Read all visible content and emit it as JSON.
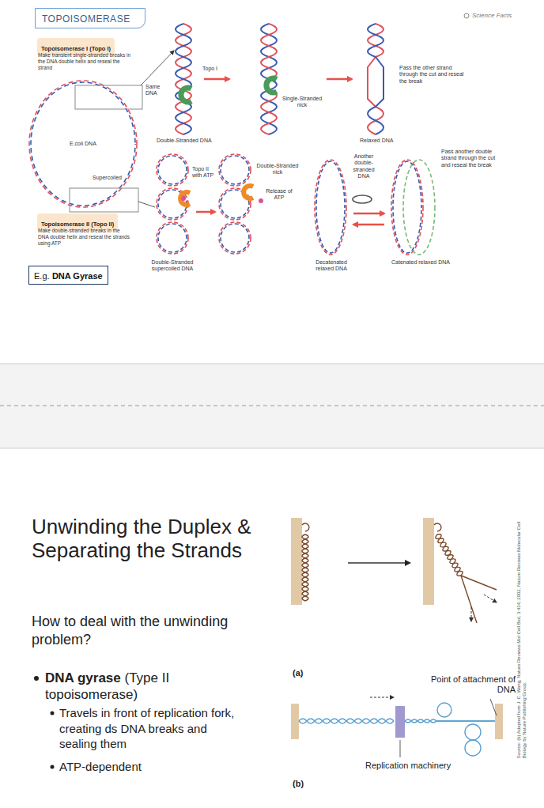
{
  "diagram": {
    "title": "Unwinding the Duplex & Separating the Strands",
    "nodes": [
      {
        "text": [
          "TOPOISOMERASE"
        ]
      },
      {
        "text": [
          "Topoisomerase I (Topo I)"
        ]
      },
      {
        "text": [
          "Topoisomerase II (Topo II)"
        ]
      },
      {
        "text": [
          "E.g.",
          "DNA Gyrase"
        ]
      }
    ],
    "labels": [
      "Science Facts",
      "Make transient single-stranded breaks in the DNA double helix and reseal the strand",
      "E.coli DNA",
      "Same DNA",
      "Topo I",
      "Double-Stranded DNA",
      "Single-Stranded nick",
      "Pass the other strand through the cut and reseal the break",
      "Relaxed DNA",
      "Supercoiled",
      "Make double-stranded breaks in the DNA double helix and reseal the strands using ATP",
      "Topo II with ATP",
      "Double-Stranded nick",
      "Release of ATP",
      "Another double-stranded DNA",
      "Pass another double strand through the cut and reseal the break",
      "Double-Stranded supercoiled DNA",
      "Decatenated relaxed DNA",
      "Catenated relaxed DNA",
      "How to deal with the unwinding problem?",
      "DNA gyrase",
      "(Type II topoisomerase)",
      "Travels in front of replication fork, creating ds DNA breaks and sealing them",
      "ATP-dependent",
      "(a)",
      "(b)",
      "Point of attachment of DNA",
      "Replication machinery",
      "Source: (b) Adapted from J. C. Wang, Nature Reviews Mol Cell Biol, 3:434, 2002, Nature Reviews Molecular Cell Biology by Nature Publishing Group."
    ]
  }
}
